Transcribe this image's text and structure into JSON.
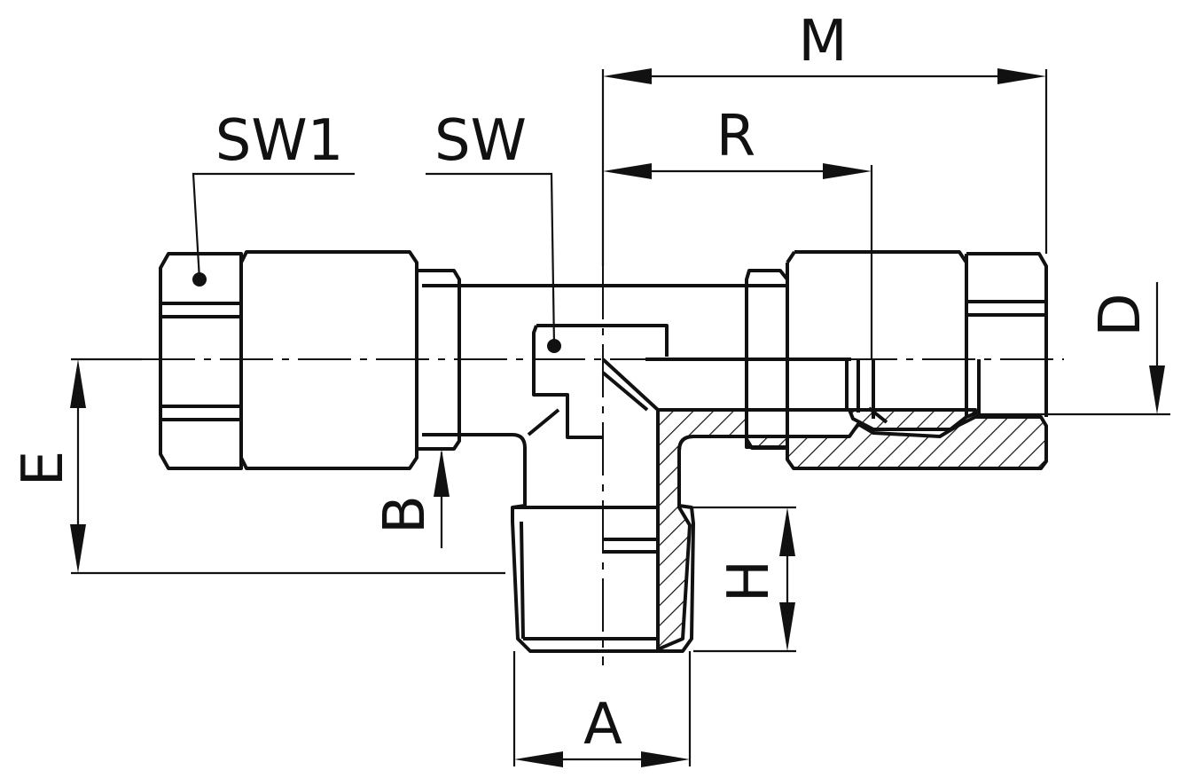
{
  "labels": {
    "M": "M",
    "R": "R",
    "SW1": "SW1",
    "SW": "SW",
    "D": "D",
    "E": "E",
    "B": "B",
    "H": "H",
    "A": "A"
  },
  "colors": {
    "line": "#111111",
    "background": "#ffffff"
  }
}
